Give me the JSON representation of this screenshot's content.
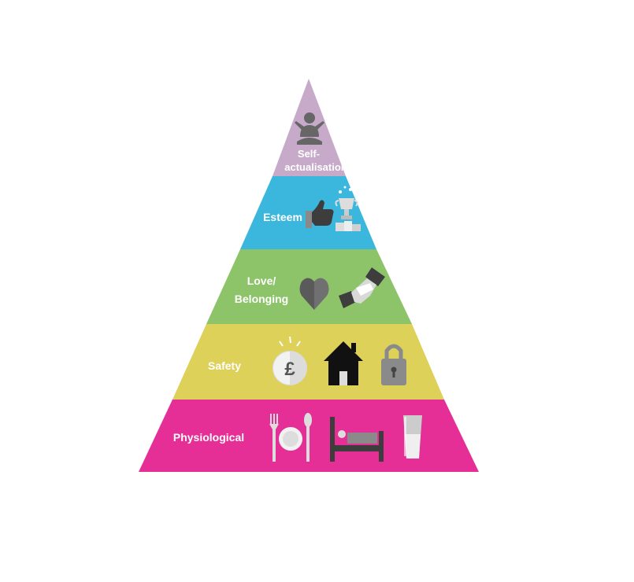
{
  "pyramid": {
    "levels": [
      {
        "key": "self-actualisation",
        "label_lines": [
          "Self-",
          "actualisation"
        ],
        "color": "#c7a9c9",
        "icons": [
          "meditating-person-icon"
        ]
      },
      {
        "key": "esteem",
        "label_lines": [
          "Esteem"
        ],
        "color": "#3bb6dc",
        "icons": [
          "thumbs-up-icon",
          "trophy-icon"
        ]
      },
      {
        "key": "love-belonging",
        "label_lines": [
          "Love/",
          "Belonging"
        ],
        "color": "#8dc46a",
        "icons": [
          "heart-icon",
          "handshake-icon"
        ]
      },
      {
        "key": "safety",
        "label_lines": [
          "Safety"
        ],
        "color": "#ddd15a",
        "icons": [
          "pound-coin-icon",
          "house-icon",
          "padlock-icon"
        ]
      },
      {
        "key": "physiological",
        "label_lines": [
          "Physiological"
        ],
        "color": "#e62f96",
        "icons": [
          "plate-cutlery-icon",
          "bed-icon",
          "glass-icon"
        ]
      }
    ]
  }
}
